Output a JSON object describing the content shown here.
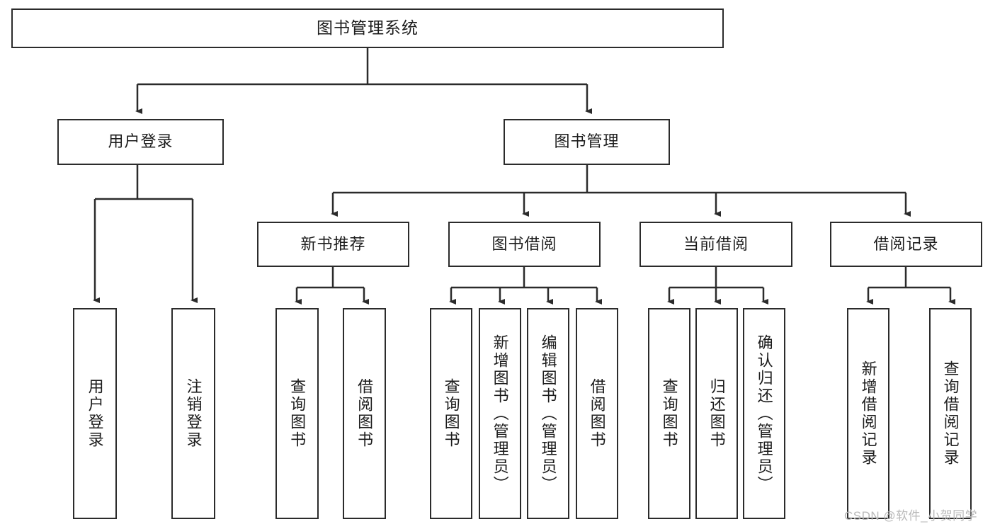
{
  "diagram": {
    "title": "图书管理系统",
    "watermark": "CSDN @软件_小贺同学",
    "colors": {
      "stroke": "#2b2b2b",
      "fill": "#ffffff",
      "text": "#1c1c1c",
      "watermark": "#b9b9b9"
    },
    "nodes": {
      "root": "图书管理系统",
      "level2": {
        "user_login": "用户登录",
        "book_manage": "图书管理"
      },
      "level3": {
        "new_book_rec": "新书推荐",
        "book_borrow": "图书借阅",
        "current_borrow": "当前借阅",
        "borrow_record": "借阅记录"
      },
      "leaves": {
        "user_login_1": "用户登录",
        "user_login_2": "注销登录",
        "new_book_1": "查询图书",
        "new_book_2": "借阅图书",
        "borrow_1": "查询图书",
        "borrow_2": "新增图书（管理员）",
        "borrow_3": "编辑图书（管理员）",
        "borrow_4": "借阅图书",
        "current_1": "查询图书",
        "current_2": "归还图书",
        "current_3": "确认归还（管理员）",
        "record_1": "新增借阅记录",
        "record_2": "查询借阅记录"
      }
    }
  }
}
